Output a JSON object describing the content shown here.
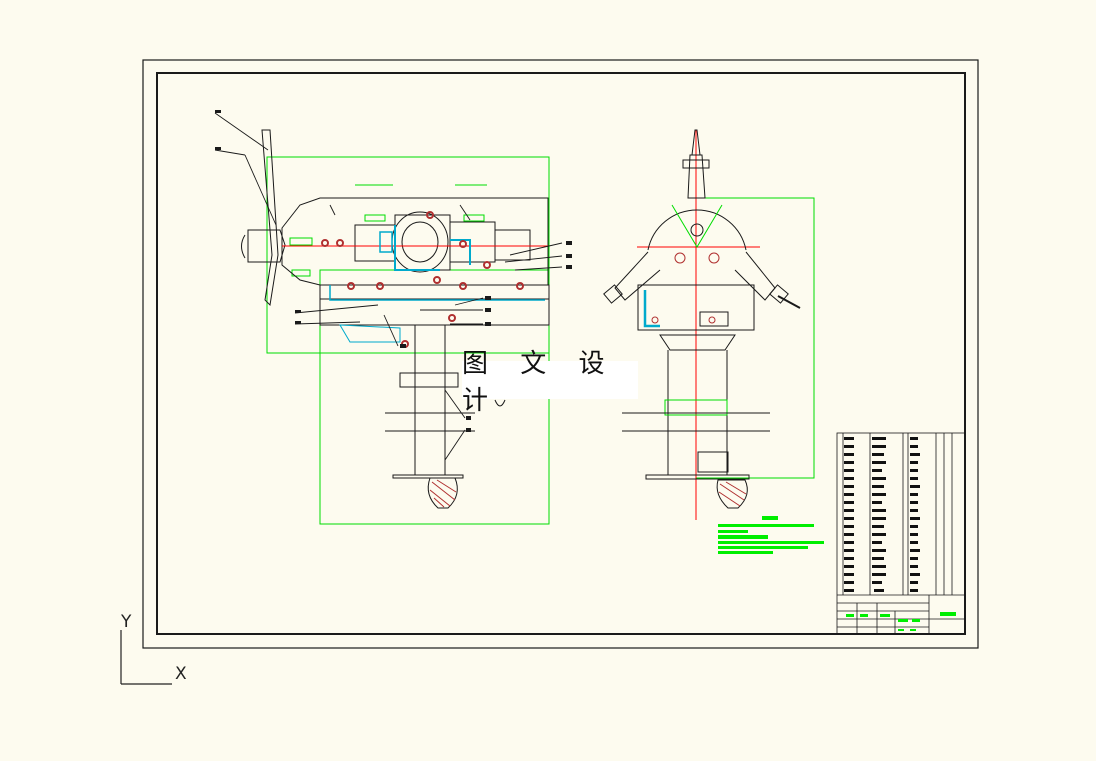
{
  "watermark": "图 文 设 计",
  "ucs": {
    "y_label": "Y",
    "x_label": "X"
  },
  "colors": {
    "background": "#fdfbef",
    "outline": "#1a1a1a",
    "dimension": "#00dd00",
    "centerline": "#ff0000",
    "hidden": "#00aacc",
    "hatch": "#b03030"
  }
}
